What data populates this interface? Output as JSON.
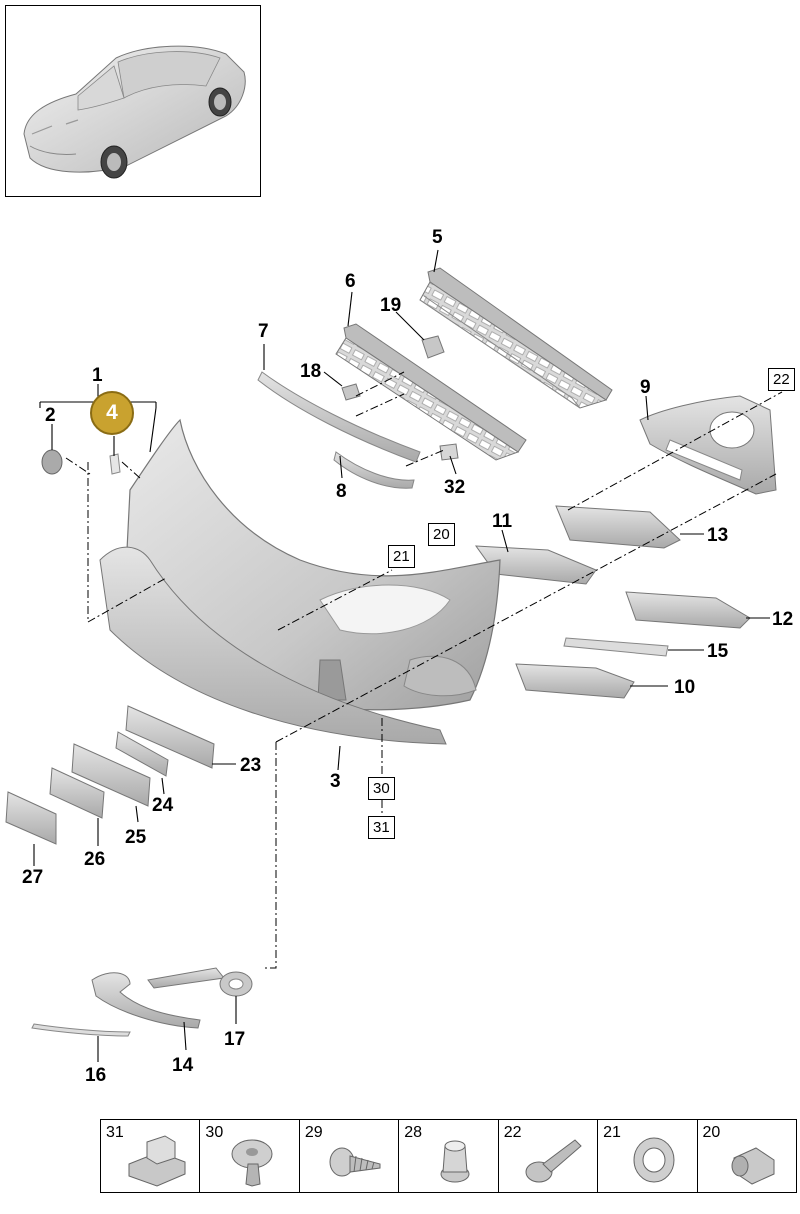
{
  "diagram": {
    "highlight": {
      "number": "4",
      "color": "#c9a22f"
    },
    "part_labels": [
      "1",
      "2",
      "3",
      "5",
      "6",
      "7",
      "8",
      "9",
      "10",
      "11",
      "12",
      "13",
      "14",
      "15",
      "16",
      "17",
      "18",
      "19",
      "23",
      "24",
      "25",
      "26",
      "27",
      "32"
    ],
    "boxed_labels": [
      "20",
      "21",
      "22",
      "30",
      "31"
    ]
  },
  "hardware": [
    {
      "number": "31",
      "icon": "clip-nut-icon"
    },
    {
      "number": "30",
      "icon": "expanding-rivet-icon"
    },
    {
      "number": "29",
      "icon": "tapping-screw-icon"
    },
    {
      "number": "28",
      "icon": "expansion-nut-icon"
    },
    {
      "number": "22",
      "icon": "flange-bolt-icon"
    },
    {
      "number": "21",
      "icon": "spring-nut-icon"
    },
    {
      "number": "20",
      "icon": "sensor-clip-icon"
    }
  ]
}
